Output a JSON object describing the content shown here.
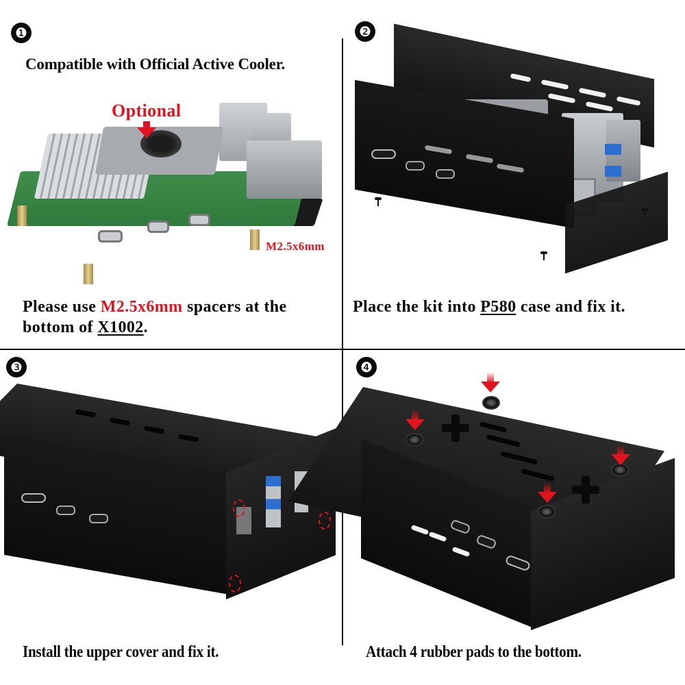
{
  "panels": [
    {
      "step": "❶",
      "heading": "Compatible with Official Active Cooler.",
      "callouts": {
        "optional": "Optional",
        "spacer": "M2.5x6mm"
      },
      "caption": {
        "line1_a": "Please use ",
        "line1_red": "M2.5x6mm",
        "line1_b": " spacers at the",
        "line2_a": "bottom of ",
        "line2_ul": "X1002",
        "line2_b": "."
      }
    },
    {
      "step": "❷",
      "caption": {
        "a": "Place the kit into ",
        "ul": "P580",
        "b": " case and fix it."
      }
    },
    {
      "step": "❸",
      "caption": {
        "text": "Install the upper cover and fix it."
      }
    },
    {
      "step": "❹",
      "caption": {
        "text": "Attach 4 rubber pads to the bottom."
      }
    }
  ],
  "colors": {
    "accent_red": "#e0131f",
    "text": "#0a0a0a",
    "divider": "#111111"
  }
}
